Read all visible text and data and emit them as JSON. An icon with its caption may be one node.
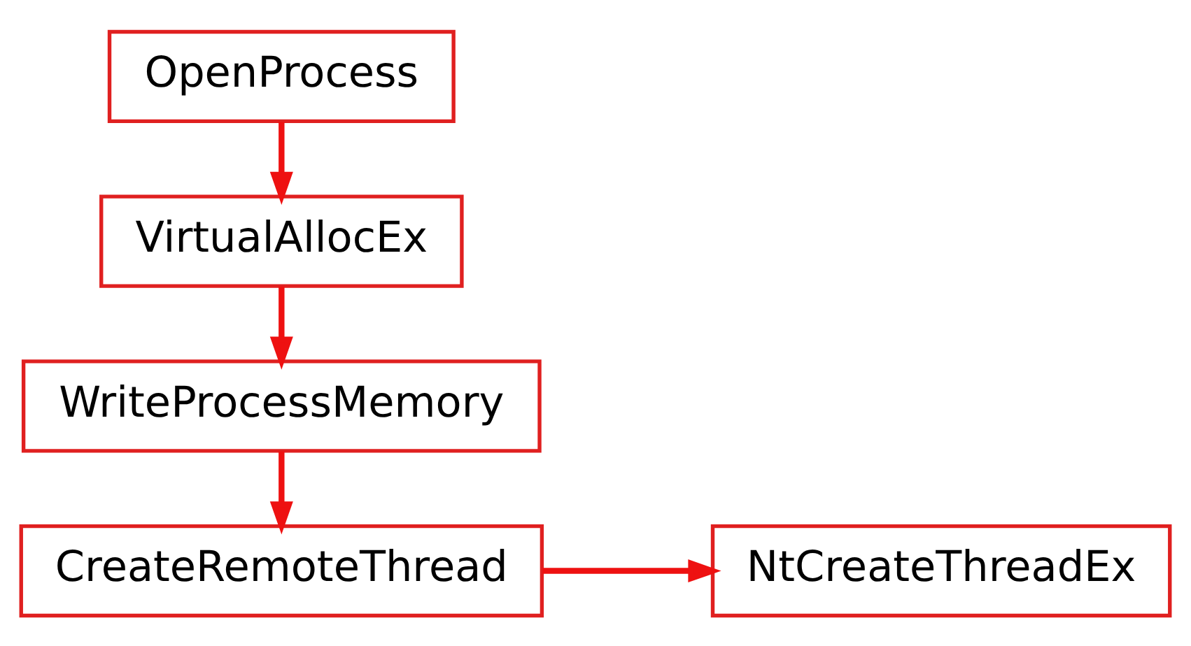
{
  "diagram": {
    "nodes": [
      {
        "text": [
          "OpenProcess"
        ]
      },
      {
        "text": [
          "VirtualAllocEx"
        ]
      },
      {
        "text": [
          "WriteProcessMemory"
        ]
      },
      {
        "text": [
          "CreateRemoteThread"
        ]
      },
      {
        "text": [
          "NtCreateThreadEx"
        ]
      }
    ],
    "edges": [
      {
        "from": 0,
        "to": 1,
        "arrow": "to"
      },
      {
        "from": 1,
        "to": 2,
        "arrow": "to"
      },
      {
        "from": 2,
        "to": 3,
        "arrow": "to"
      },
      {
        "from": 3,
        "to": 4,
        "arrow": "to"
      }
    ]
  }
}
